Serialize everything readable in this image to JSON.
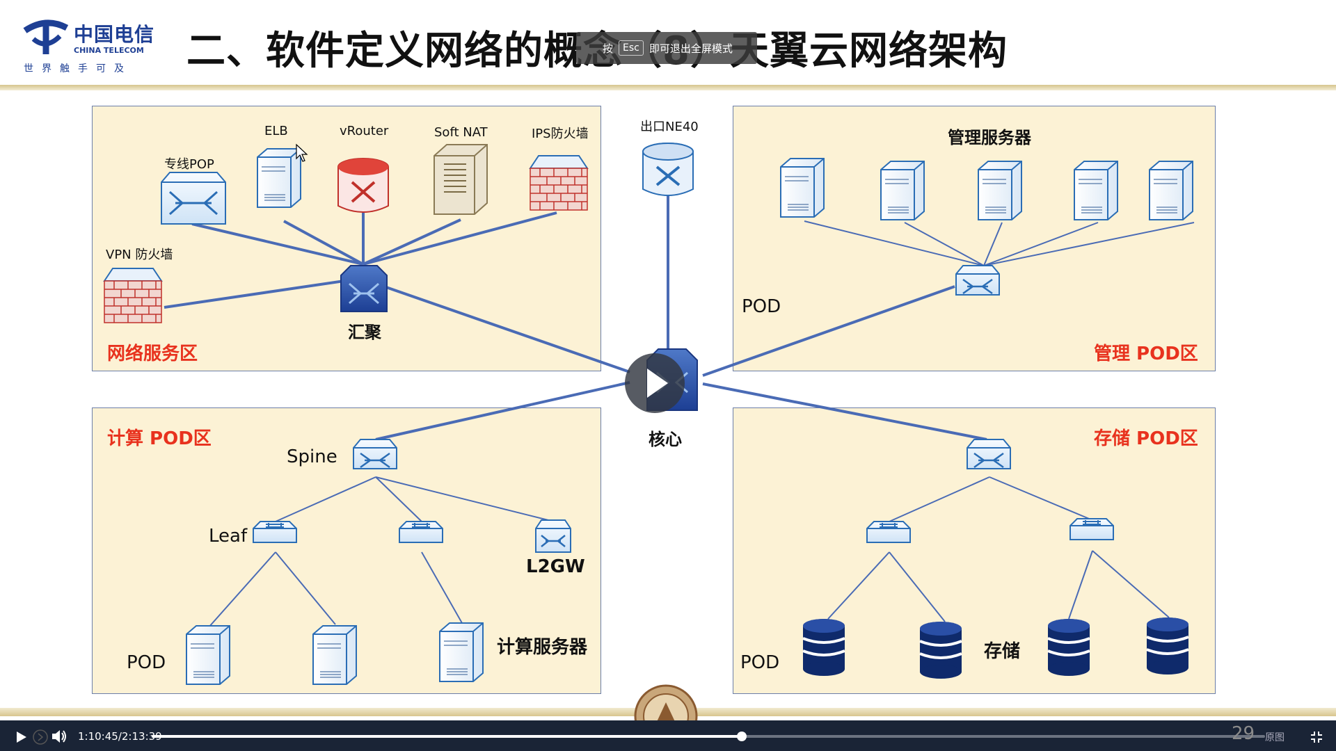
{
  "header": {
    "logo_cn": "中国电信",
    "logo_en": "CHINA TELECOM",
    "logo_slogan": "世界触手可及",
    "title": "二、软件定义网络的概念（8）天翼云网络架构"
  },
  "esc_toast": {
    "prefix": "按",
    "key": "Esc",
    "suffix": "即可退出全屏模式"
  },
  "diagram": {
    "network_zone": {
      "zone_label": "网络服务区",
      "aggregation_label": "汇聚",
      "devices": {
        "pop": "专线POP",
        "elb": "ELB",
        "vrouter": "vRouter",
        "softnat": "Soft NAT",
        "ips": "IPS防火墙",
        "vpn": "VPN 防火墙"
      }
    },
    "egress_label": "出口NE40",
    "core_label": "核心",
    "mgmt_zone": {
      "zone_label": "管理 POD区",
      "servers_label": "管理服务器",
      "pod_label": "POD"
    },
    "compute_zone": {
      "zone_label": "计算 POD区",
      "spine_label": "Spine",
      "leaf_label": "Leaf",
      "l2gw_label": "L2GW",
      "servers_label": "计算服务器",
      "pod_label": "POD"
    },
    "storage_zone": {
      "zone_label": "存储 POD区",
      "storage_label": "存储",
      "pod_label": "POD"
    }
  },
  "player": {
    "time": "1:10:45/2:13:39",
    "progress": 0.53,
    "page_number": "29",
    "orig_label": "原图"
  },
  "colors": {
    "zone_red": "#e8321e",
    "panel_fill": "#fcf2d5",
    "link_blue": "#4a6bb5",
    "brand_blue": "#1e3f94"
  }
}
